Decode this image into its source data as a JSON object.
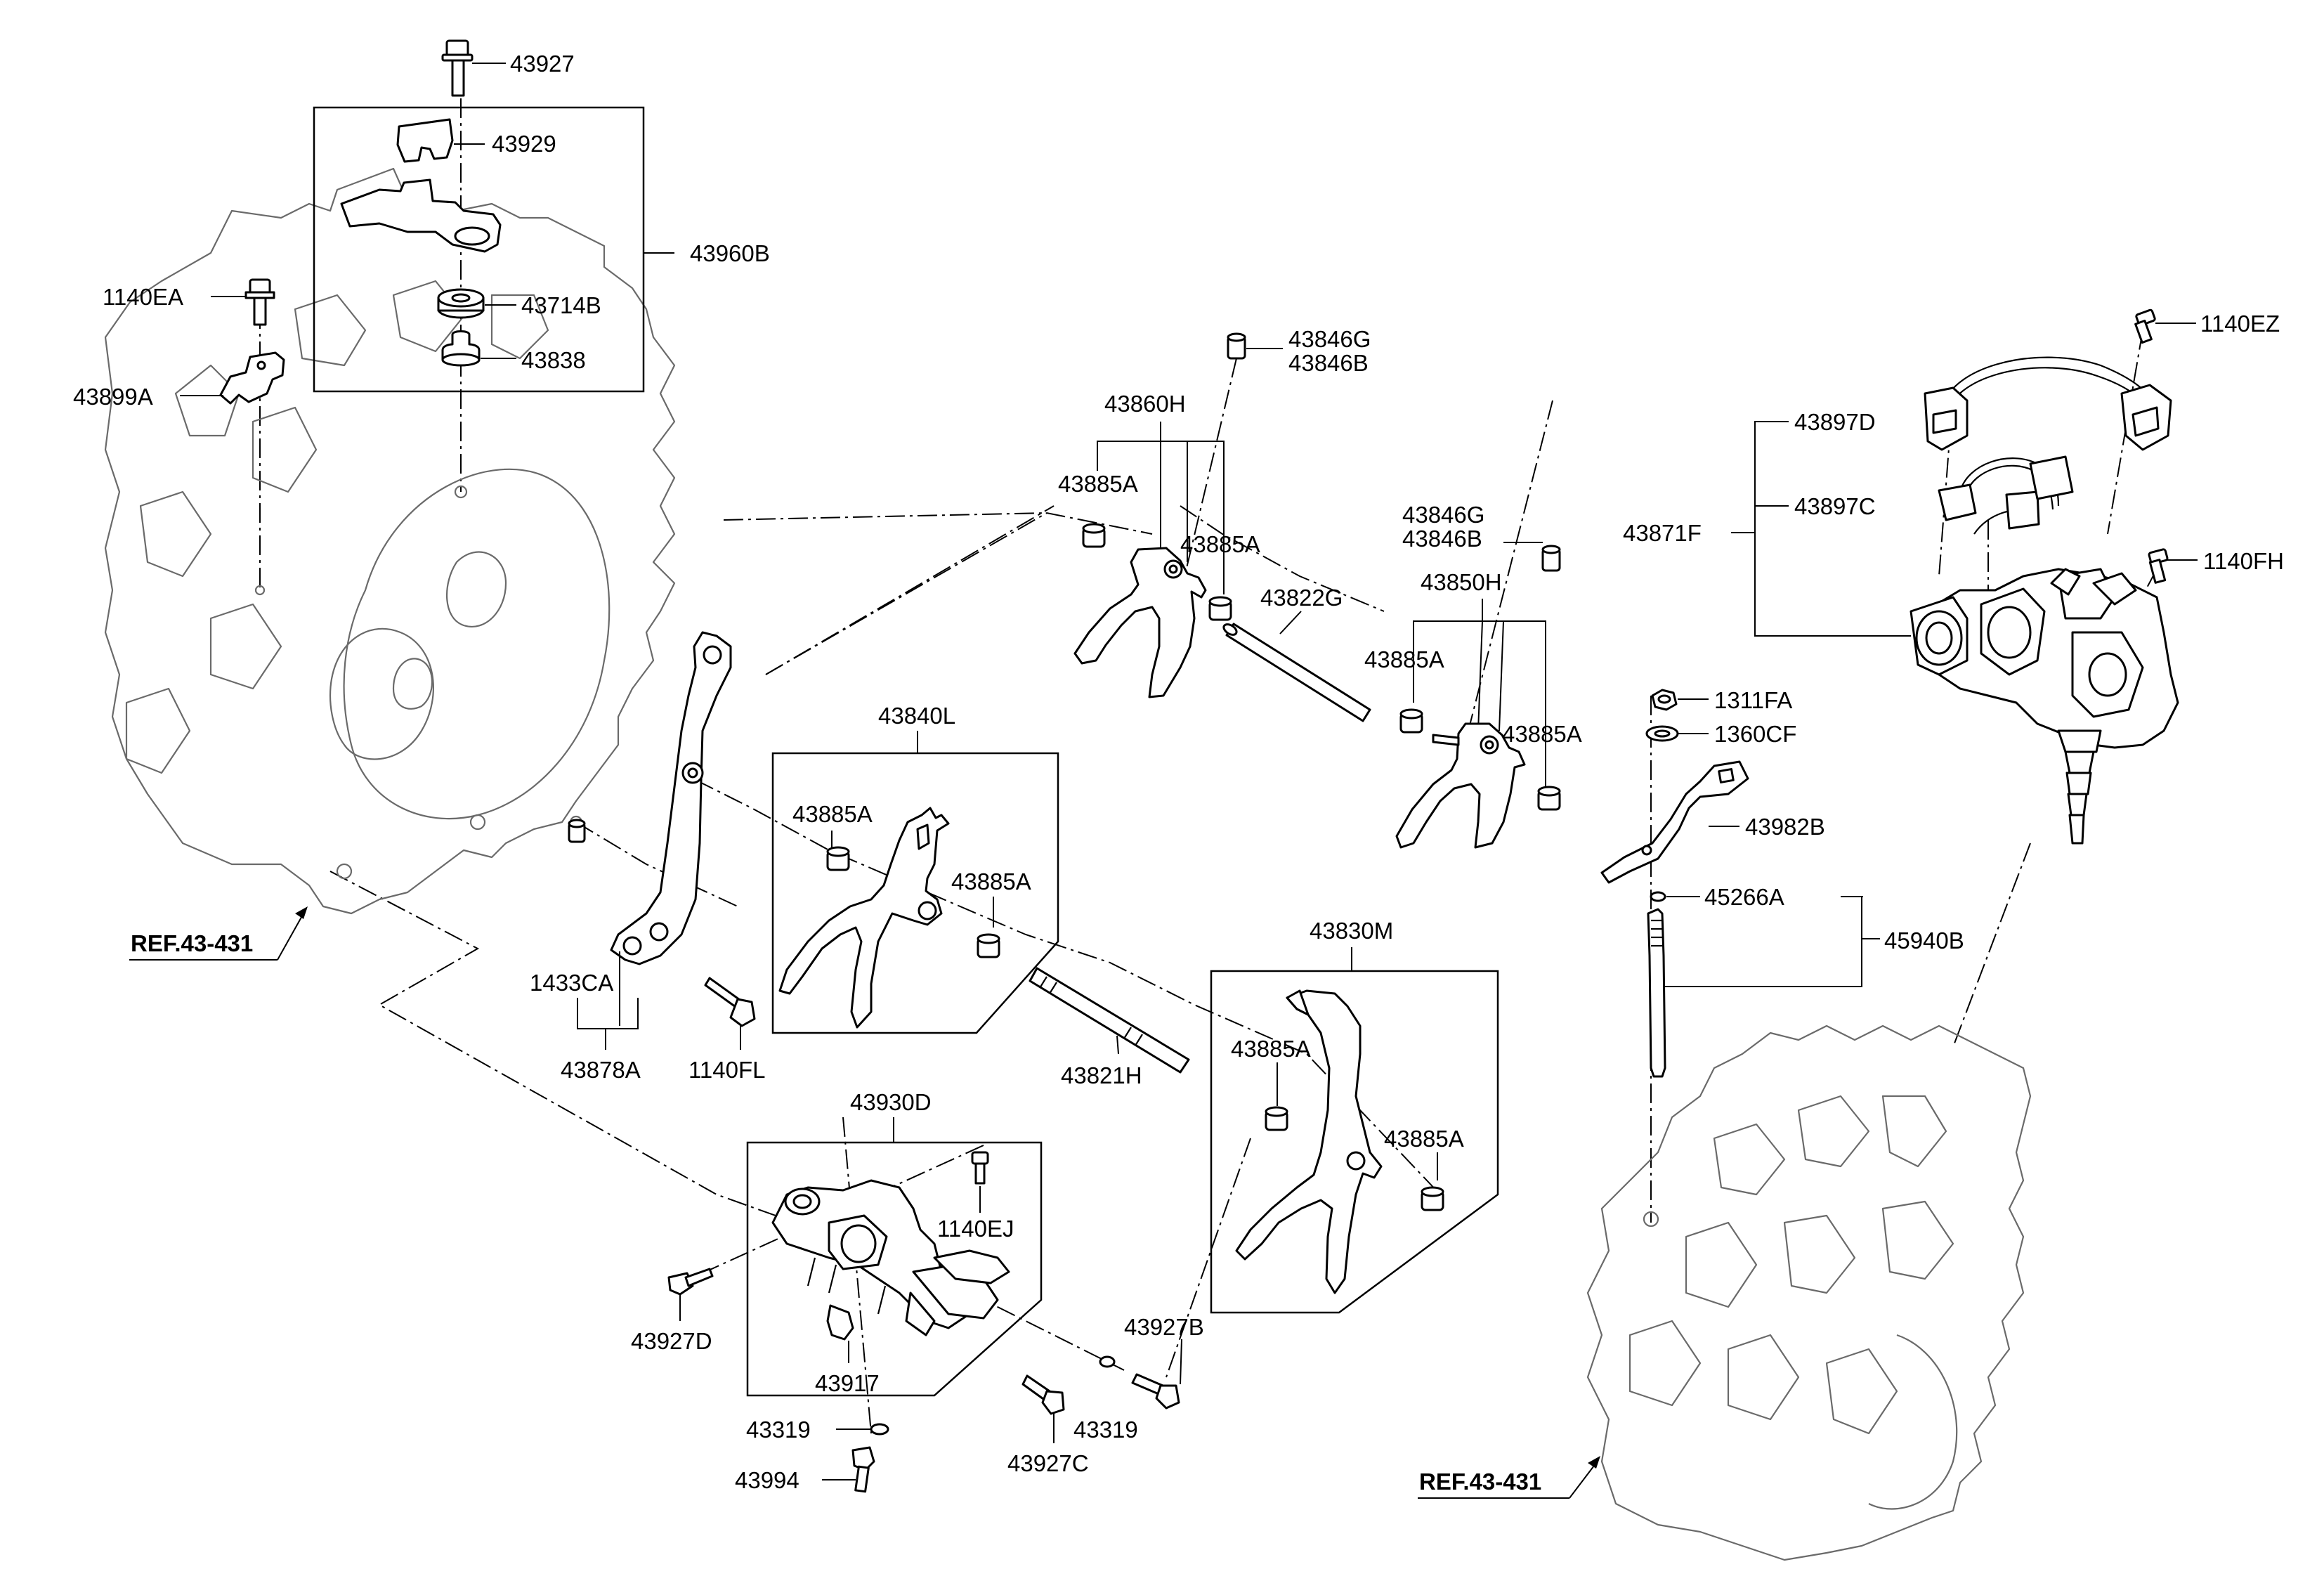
{
  "colors": {
    "line": "#000000",
    "background": "#ffffff",
    "ghost": "#6a6a6a"
  },
  "labels": {
    "p43927": "43927",
    "p43929": "43929",
    "p43960B": "43960B",
    "p43714B": "43714B",
    "p43838": "43838",
    "p1140EA": "1140EA",
    "p43899A": "43899A",
    "p43846G_1": "43846G",
    "p43846B_1": "43846B",
    "p43860H": "43860H",
    "p43885A_1": "43885A",
    "p43885A_2": "43885A",
    "p43822G": "43822G",
    "p43846G_2": "43846G",
    "p43846B_2": "43846B",
    "p43850H": "43850H",
    "p43885A_3": "43885A",
    "p43885A_4": "43885A",
    "p1140EZ": "1140EZ",
    "p43897D": "43897D",
    "p43897C": "43897C",
    "p43871F": "43871F",
    "p1140FH": "1140FH",
    "p1311FA": "1311FA",
    "p1360CF": "1360CF",
    "p43982B": "43982B",
    "p45266A": "45266A",
    "p45940B": "45940B",
    "p43840L": "43840L",
    "p43885A_5": "43885A",
    "p43885A_6": "43885A",
    "p1433CA": "1433CA",
    "p43878A": "43878A",
    "p1140FL": "1140FL",
    "p43821H": "43821H",
    "p43830M": "43830M",
    "p43885A_7": "43885A",
    "p43885A_8": "43885A",
    "p43930D": "43930D",
    "p1140EJ": "1140EJ",
    "p43927D": "43927D",
    "p43917": "43917",
    "p43927B": "43927B",
    "p43319_1": "43319",
    "p43319_2": "43319",
    "p43994": "43994",
    "p43927C": "43927C",
    "ref_left": "REF.43-431",
    "ref_right": "REF.43-431"
  }
}
